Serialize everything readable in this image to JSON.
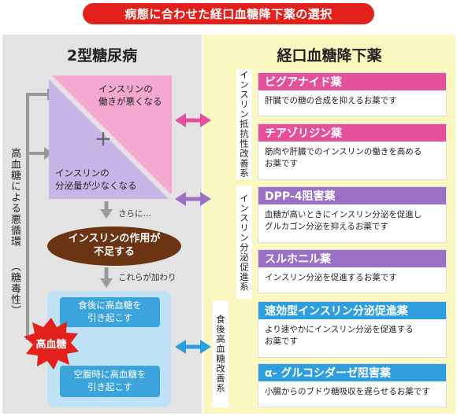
{
  "title": "病態に合わせた経口血糖降下薬の選択",
  "left": {
    "heading": "2型糖尿病",
    "side_label": "高血糖による悪循環",
    "side_paren": "（糖毒性）",
    "tri_top": "インスリンの\n働きが悪くなる",
    "plus": "＋",
    "tri_bottom": "インスリンの\n分泌量が少なくなる",
    "sarani": "さらに…",
    "oval": "インスリンの作用が\n不足する",
    "koreraga": "これらが加わり",
    "box1": "食後に高血糖を\n引き起こす",
    "box2": "空腹時に高血糖を\n引き起こす",
    "burst": "高血糖"
  },
  "right": {
    "heading": "経口血糖降下薬",
    "cat1": "インスリン抵抗性改善系",
    "cat2": "インスリン分泌促進系",
    "cat3": "食後高血糖改善系",
    "drugs": [
      {
        "name": "ビグアナイド薬",
        "desc": "肝臓での糖の合成を抑えるお薬です",
        "color": "#e4519a"
      },
      {
        "name": "チアゾリジン薬",
        "desc": "筋肉や肝臓でのインスリンの働きを高める\nお薬です",
        "color": "#e4519a"
      },
      {
        "name": "DPP-4阻害薬",
        "desc": "血糖が高いときにインスリン分泌を促進し\nグルカゴン分泌を抑えるお薬です",
        "color": "#9a71c6"
      },
      {
        "name": "スルホニル薬",
        "desc": "インスリン分泌を促進するお薬です",
        "color": "#9a71c6"
      },
      {
        "name": "速効型インスリン分泌促進薬",
        "desc": "より速やかにインスリン分泌を促進する\nお薬です",
        "color": "#2f9ede"
      },
      {
        "name": "α- グルコシダーゼ阻害薬",
        "desc": "小腸からのブドウ糖吸収を遅らせるお薬です",
        "color": "#2f9ede"
      }
    ]
  },
  "colors": {
    "pink": "#e4519a",
    "purple": "#9a71c6",
    "blue": "#2f9ede",
    "red": "#e2211c",
    "brown": "#6b3514"
  }
}
